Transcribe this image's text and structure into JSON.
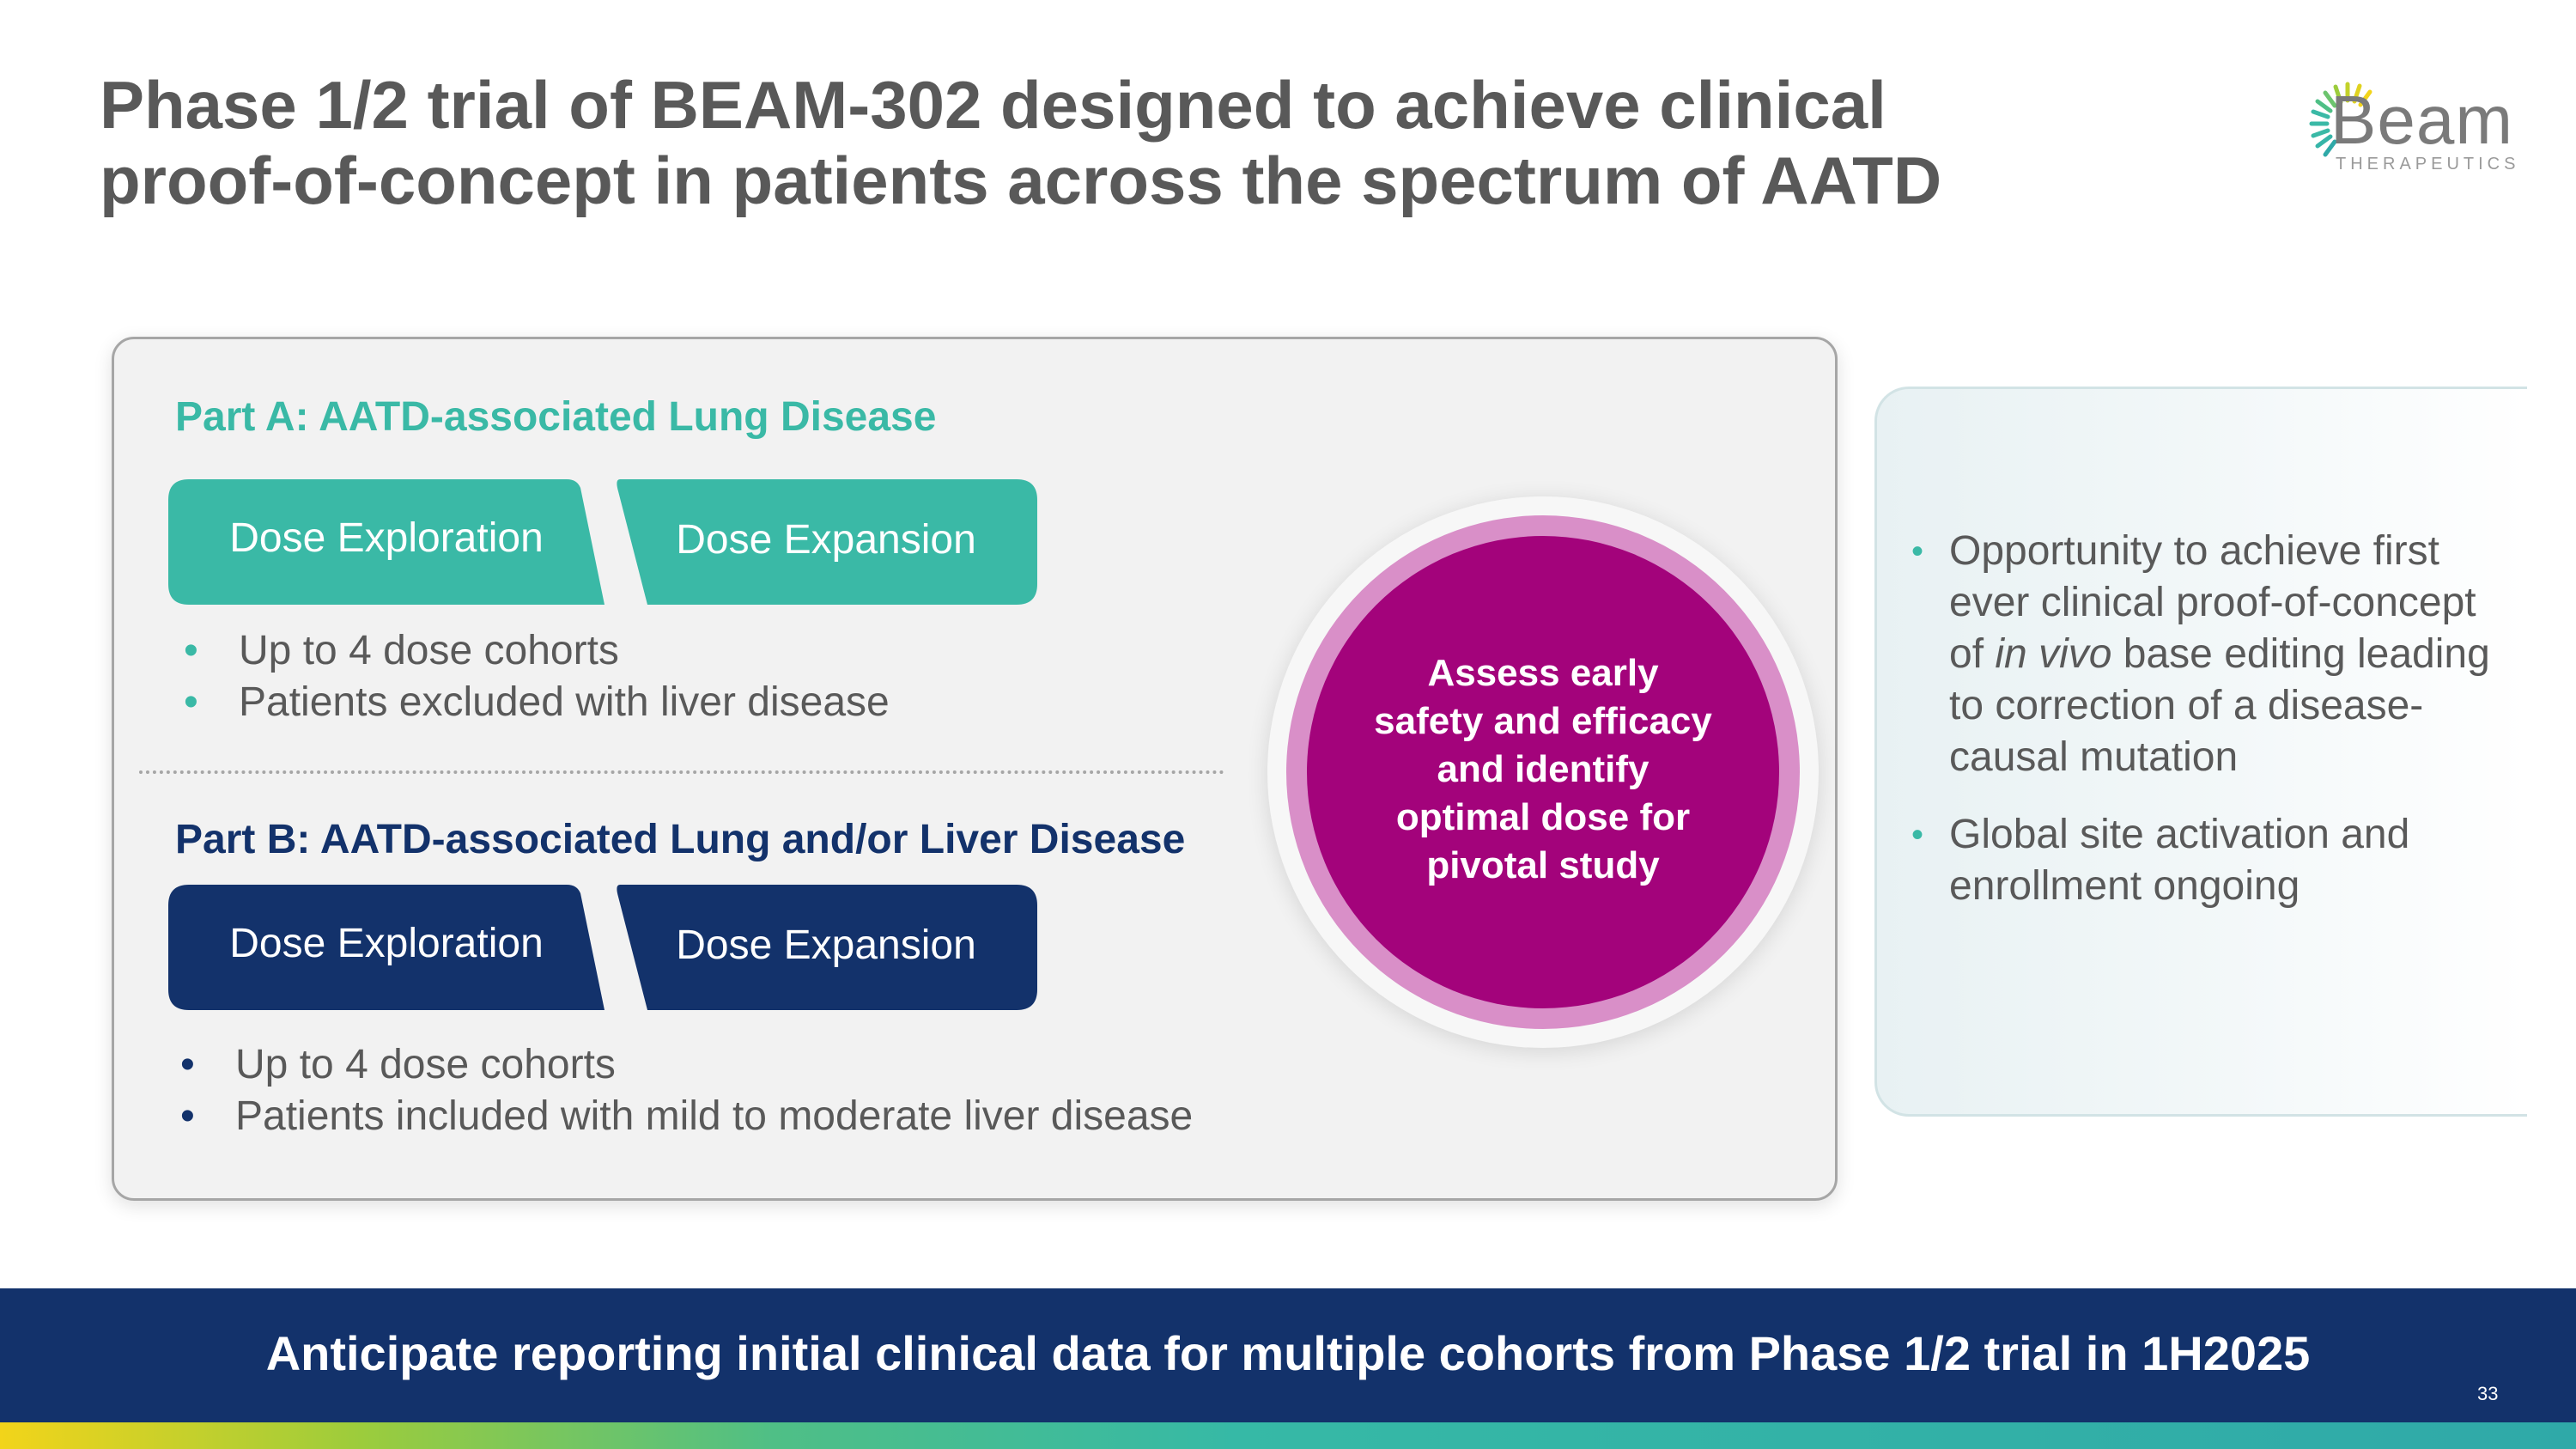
{
  "header": {
    "title_line1": "Phase 1/2 trial of BEAM-302 designed to achieve clinical",
    "title_line2": "proof-of-concept in patients across the spectrum of AATD"
  },
  "logo": {
    "word": "Beam",
    "subtitle": "THERAPEUTICS",
    "ray_colors": [
      "#f2d41a",
      "#9ccc3c",
      "#3ab9a6"
    ]
  },
  "part_a": {
    "heading": "Part A: AATD-associated Lung Disease",
    "stage_1": "Dose Exploration",
    "stage_2": "Dose Expansion",
    "color": "#3ab9a6",
    "bullets": [
      "Up to 4 dose cohorts",
      "Patients excluded with liver disease"
    ]
  },
  "part_b": {
    "heading": "Part B: AATD-associated Lung and/or Liver Disease",
    "stage_1": "Dose Exploration",
    "stage_2": "Dose Expansion",
    "color": "#13326b",
    "bullets": [
      "Up to 4 dose cohorts",
      "Patients included with mild to moderate liver disease"
    ]
  },
  "goal_circle": {
    "lines": [
      "Assess early",
      "safety and efficacy",
      "and identify",
      "optimal dose for",
      "pivotal study"
    ],
    "color": "#a3037b"
  },
  "side_panel": {
    "bullet_1_before": "Opportunity to achieve first ever clinical proof-of-concept of ",
    "bullet_1_italic": "in vivo",
    "bullet_1_after": " base editing leading to correction of a disease-causal mutation",
    "bullet_2": "Global site activation and enrollment ongoing"
  },
  "footer": {
    "banner_text": "Anticipate reporting initial clinical data for multiple cohorts from Phase 1/2 trial in 1H2025",
    "page_number": "33",
    "banner_color": "#13326b"
  }
}
